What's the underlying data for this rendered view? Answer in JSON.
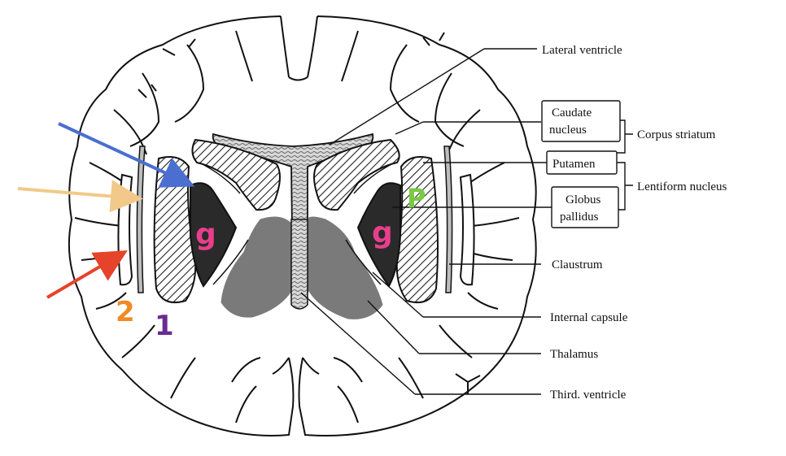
{
  "labels": {
    "lateral_ventricle": "Lateral ventricle",
    "caudate_line1": "Caudate",
    "caudate_line2": "nucleus",
    "corpus_striatum": "Corpus striatum",
    "putamen": "Putamen",
    "globus_line1": "Globus",
    "globus_line2": "pallidus",
    "lentiform_nucleus": "Lentiform nucleus",
    "claustrum": "Claustrum",
    "internal_capsule": "Internal capsule",
    "thalamus": "Thalamus",
    "third_ventricle": "Third. ventricle"
  },
  "markers": {
    "g_left": "g",
    "g_right": "g",
    "p": "P",
    "one": "1",
    "two": "2"
  },
  "colors": {
    "marker_g": "#e83e8c",
    "marker_p": "#7ac943",
    "marker_one": "#6a2c91",
    "marker_two": "#f08a24",
    "arrow_blue": "#4a6fd0",
    "arrow_yellow": "#f2c98a",
    "arrow_red": "#e5432a",
    "thalamus_fill": "#7a7a7a",
    "globus_fill": "#2a2a2a"
  }
}
